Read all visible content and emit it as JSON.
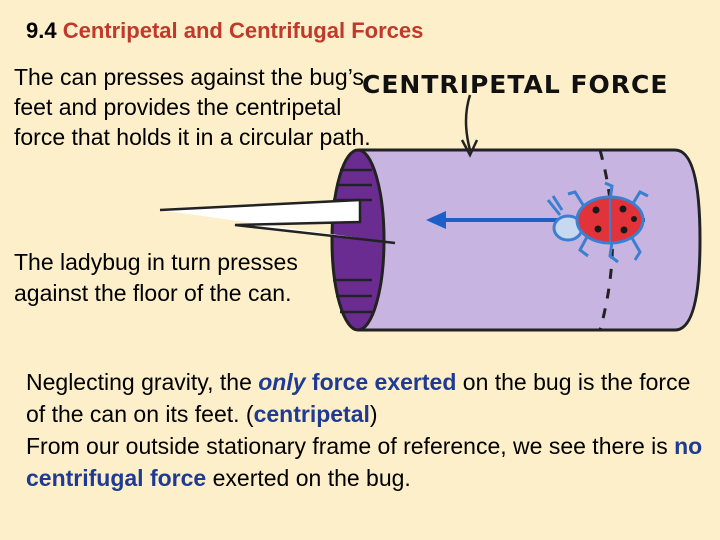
{
  "title": {
    "number": "9.4",
    "name": "Centripetal and Centrifugal Forces"
  },
  "figure": {
    "label": "CENTRIPETAL FORCE",
    "can_color": "#c8b4e0",
    "can_end_color": "#6a2c91",
    "arrow_color": "#1c5fc7",
    "bug_color": "#e2333b",
    "bug_outline_color": "#3a7fd0",
    "bug_spot_color": "#1a1a1a",
    "arrow_icon": "force-arrow-icon",
    "bug_icon": "ladybug-icon"
  },
  "para1": "The can presses against the bug’s feet and provides the centripetal force that holds it in a circular path.",
  "para2": "The ladybug in turn presses against the floor of the can.",
  "bottom": {
    "p1_a": "Neglecting gravity, the ",
    "p1_only": "only",
    "p1_force": " force exerted",
    "p1_b": " on the bug is the force of the can on its feet. (",
    "p1_centripetal": "centripetal",
    "p1_c": ")",
    "p2_a": "From our outside stationary frame of reference, we see there is ",
    "p2_no": "no centrifugal force",
    "p2_b": " exerted on the bug."
  }
}
